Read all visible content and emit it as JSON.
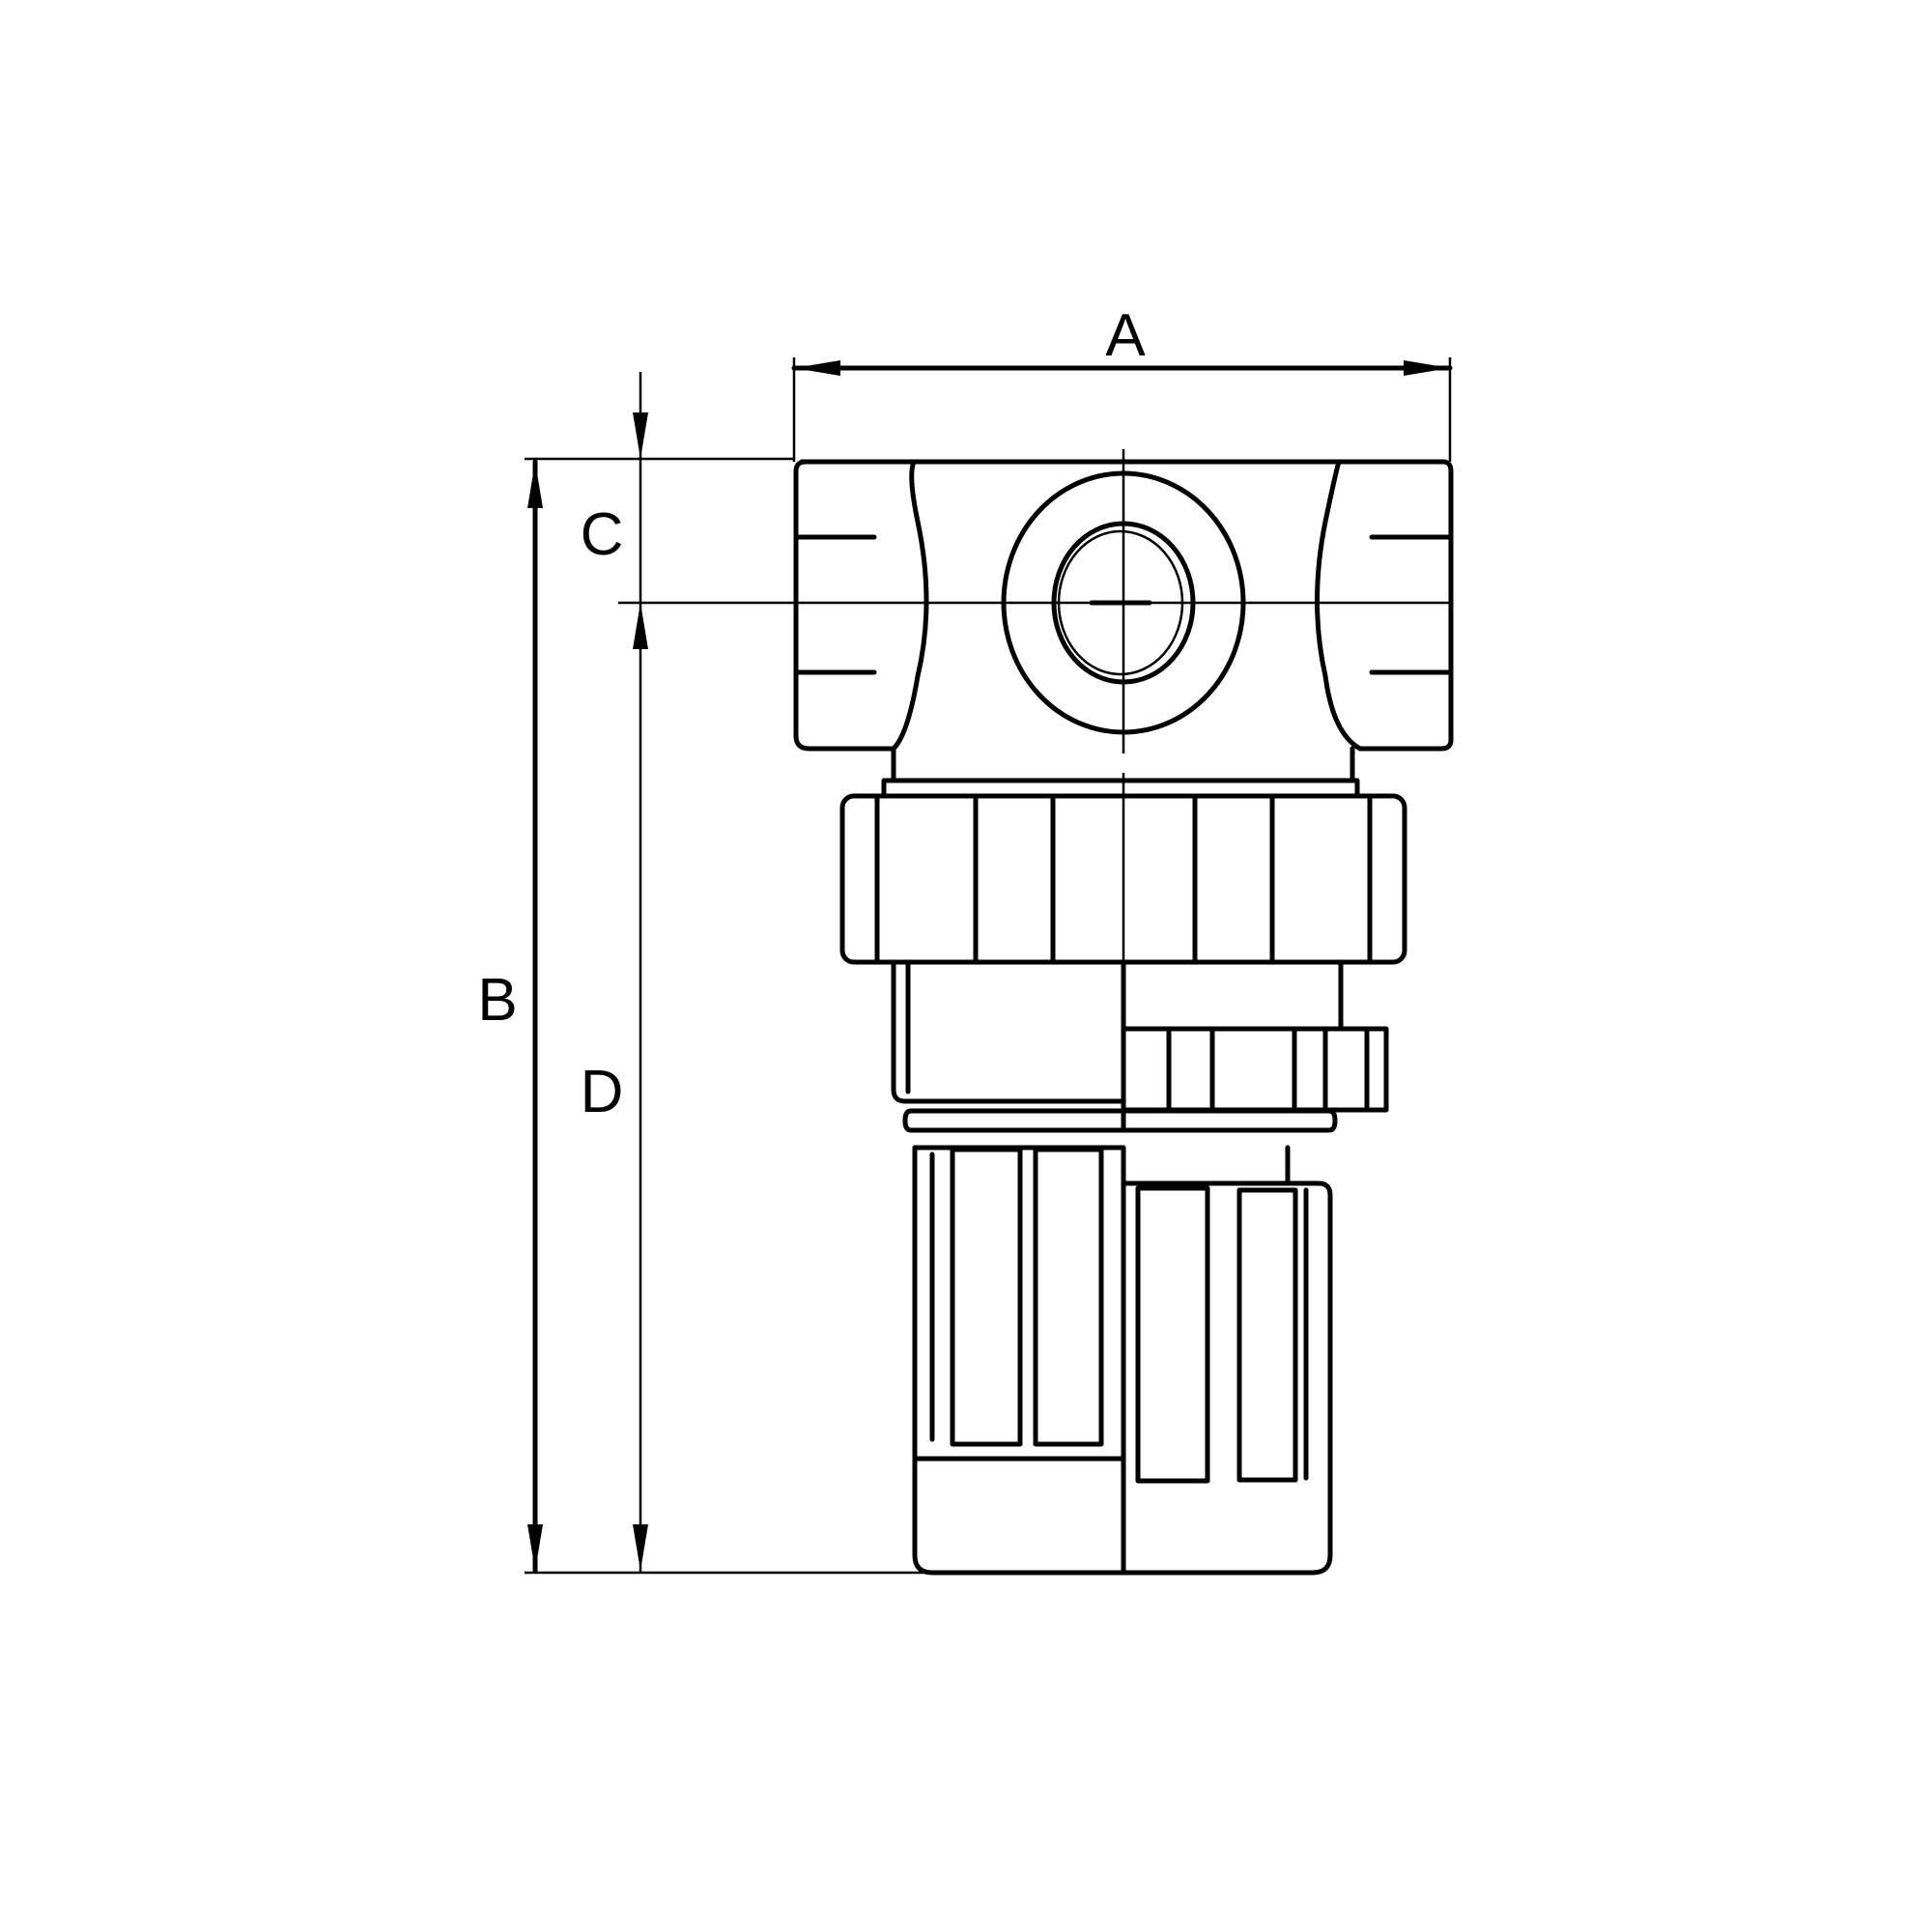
{
  "figure": {
    "type": "technical dimension drawing",
    "subject": "pressure regulator (front view)",
    "background": "#ffffff",
    "line_color": "#000000"
  },
  "dimensions": {
    "A": {
      "label": "A",
      "orientation": "horizontal",
      "meaning": "overall body width"
    },
    "B": {
      "label": "B",
      "orientation": "vertical",
      "meaning": "overall height"
    },
    "C": {
      "label": "C",
      "orientation": "vertical",
      "meaning": "top to port centerline"
    },
    "D": {
      "label": "D",
      "orientation": "vertical",
      "meaning": "port centerline to bottom"
    }
  }
}
